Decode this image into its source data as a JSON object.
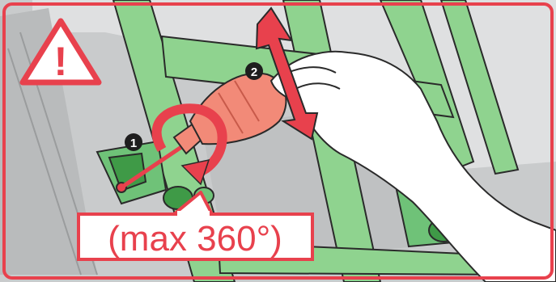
{
  "illustration": {
    "caption": "(max 360°)",
    "step_markers": [
      "1",
      "2"
    ],
    "warning_symbol": "!",
    "icons": [
      "warning-triangle-icon",
      "rotate-arrow-icon",
      "up-down-arrow-icon"
    ],
    "colors": {
      "frame_red": "#e8414d",
      "bracket_green": "#8fd38f",
      "bracket_green_dark": "#3f9a47",
      "screwdriver_handle": "#f28a78",
      "background_grey": "#c9cbcc",
      "panel_light": "#e4e5e6",
      "outline": "#2a2a2a"
    }
  }
}
